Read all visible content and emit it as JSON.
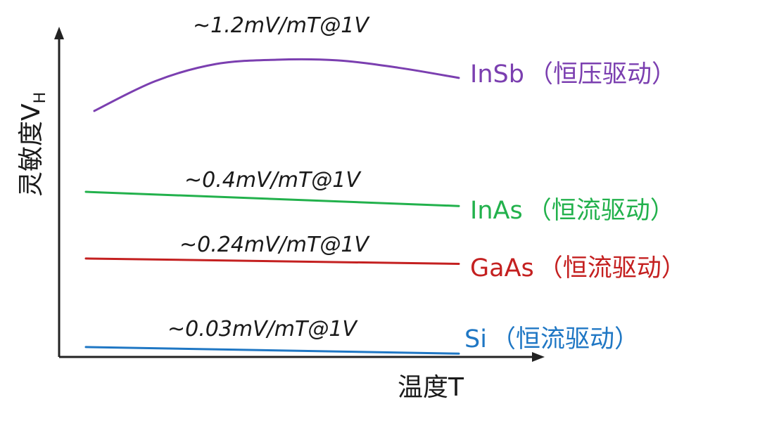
{
  "chart_data": {
    "type": "line",
    "title": "",
    "xlabel": "温度T",
    "ylabel": "灵敏度V",
    "ylabel_sub": "H",
    "x_ticks": "none",
    "y_ticks": "none",
    "grid": false,
    "legend": "none",
    "series": [
      {
        "key": "insb",
        "name": "InSb",
        "drive": "（恒压驱动）",
        "sensitivity": "~1.2mV/mT@1V",
        "color": "#7b3fb0",
        "values": [
          0.745,
          0.835,
          0.887,
          0.9,
          0.898,
          0.876,
          0.845
        ]
      },
      {
        "key": "inas",
        "name": "InAs",
        "drive": "（恒流驱动）",
        "sensitivity": "~0.4mV/mT@1V",
        "color": "#22b14c",
        "values": [
          0.5,
          0.457
        ]
      },
      {
        "key": "gaas",
        "name": "GaAs",
        "drive": "（恒流驱动）",
        "sensitivity": "~0.24mV/mT@1V",
        "color": "#c42020",
        "values": [
          0.298,
          0.282
        ]
      },
      {
        "key": "si",
        "name": "Si",
        "drive": "（恒流驱动）",
        "sensitivity": "~0.03mV/mT@1V",
        "color": "#1f77c4",
        "values": [
          0.03,
          0.01
        ]
      }
    ]
  }
}
